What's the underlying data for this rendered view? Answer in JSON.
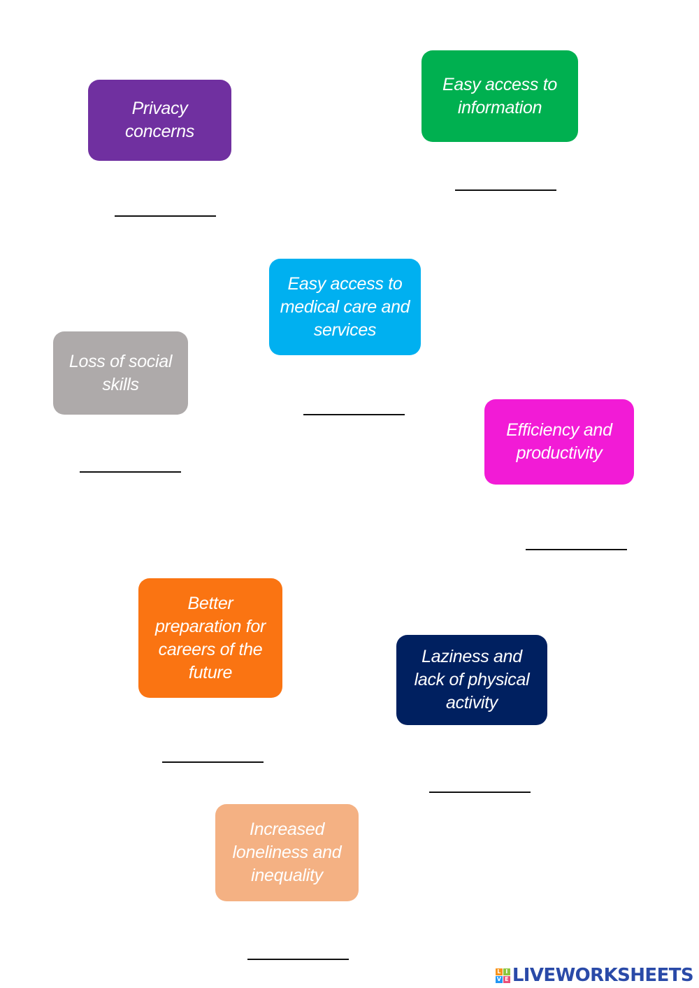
{
  "cards": [
    {
      "text": "Privacy concerns",
      "color": "#7030a0"
    },
    {
      "text": "Easy access to information",
      "color": "#00b050"
    },
    {
      "text": "Easy access to medical care and services",
      "color": "#00b0f0"
    },
    {
      "text": "Loss of social skills",
      "color": "#aeaaaa"
    },
    {
      "text": "Efficiency and productivity",
      "color": "#f21bd6"
    },
    {
      "text": "Better preparation for careers of the future",
      "color": "#fa7412"
    },
    {
      "text": "Laziness and lack of physical activity",
      "color": "#002060"
    },
    {
      "text": "Increased loneliness and inequality",
      "color": "#f4b183"
    }
  ],
  "answers": [
    "",
    "",
    "",
    "",
    "",
    "",
    "",
    ""
  ],
  "brand": {
    "logo_letters": [
      "L",
      "I",
      "V",
      "E"
    ],
    "logo_colors": [
      "#f7941d",
      "#8cc63f",
      "#2196f3",
      "#e94e77"
    ],
    "name": "LIVEWORKSHEETS"
  }
}
